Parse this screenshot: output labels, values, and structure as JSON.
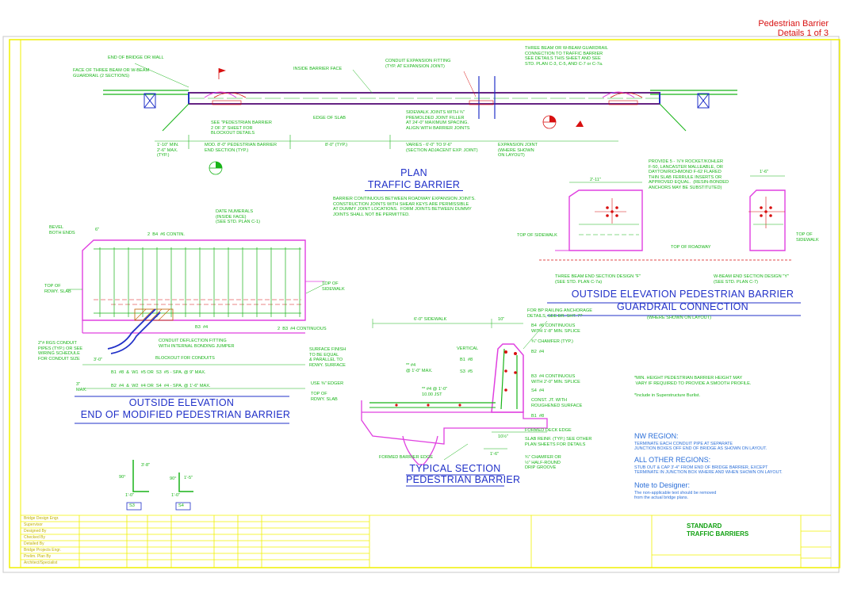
{
  "header": {
    "line1": "Pedestrian Barrier",
    "line2": "Details 1 of 3"
  },
  "plan": {
    "title": "PLAN",
    "subtitle": "TRAFFIC BARRIER",
    "labels": {
      "end_of_bridge": "END OF BRIDGE OR WALL",
      "face_three_beam": "FACE OF THREE BEAM OR W-BEAM\nGUARDRAIL (2 SECTIONS)",
      "inside_barrier_face": "INSIDE BARRIER FACE",
      "conduit_expansion": "CONDUIT EXPANSION FITTING\n(TYP. AT EXPANSION JOINT)",
      "guardrail_connection": "THREE BEAM OR W-BEAM GUARDRAIL\nCONNECTION TO TRAFFIC BARRIER\nSEE DETAILS THIS SHEET AND SEE\nSTD. PLAN C-3, C-5, AND C-7 or C-7a.",
      "see_sheet2": "SEE \"PEDESTRIAN BARRIER\n2 OF 3\" SHEET FOR\nBLOCKOUT DETAILS",
      "edge_of_slab": "EDGE OF SLAB",
      "sidewalk_joints": "SIDEWALK JOINTS WITH ¾\"\nPREMOLDED JOINT FILLER\nAT 24'-0\" MAXIMUM SPACING.\nALIGN WITH BARRIER JOINTS",
      "dim_min": "1'-10\" MIN.\n2'-6\" MAX.\n(TYP.)",
      "dim_mod": "MOD. 8'-0\" PEDESTRIAN BARRIER\nEND SECTION (TYP.)",
      "dim_typ": "8'-0\" (TYP.)",
      "dim_varies": "VARIES - 6'-0\" TO 9'-6\"\n(SECTION ADJACENT EXP. JOINT)",
      "expansion_joint": "EXPANSION JOINT\n(WHERE SHOWN\nON LAYOUT)"
    },
    "note": "BARRIER CONTINUOUS BETWEEN ROADWAY EXPANSION JOINTS.\nCONSTRUCTION JOINTS WITH SHEAR KEYS ARE PERMISSIBLE\nAT DUMMY JOINT LOCATIONS.  FORM JOINTS BETWEEN DUMMY\nJOINTS SHALL NOT BE PERMITTED."
  },
  "outside_elevation": {
    "title": "OUTSIDE ELEVATION",
    "subtitle": "END OF MODIFIED PEDESTRIAN BARRIER",
    "labels": {
      "bevel": "BEVEL\nBOTH ENDS",
      "b4": "2  B4  #6 CONTIN.",
      "date_numerals": "DATE NUMERALS\n(INSIDE FACE)\n(SEE STD. PLAN C-1)",
      "top_rdwy_slab": "TOP OF\nRDWY. SLAB",
      "top_sidewalk": "TOP OF\nSIDEWALK",
      "b3_4": "B3  #4",
      "b3_cont": "2  B3  #4 CONTINUOUS",
      "rgs_conduit": "2\"# RGS CONDUIT\nPIPES (TYP.) OR SEE\nWIRING SCHEDULE\nFOR CONDUIT SIZE",
      "conduit_deflection": "CONDUIT DEFLECTION FITTING\nWITH INTERNAL BONDING JUMPER",
      "blockout": "BLOCKOUT FOR CONDUITS",
      "bars_line1": "B1  #8  &  W1  #5 OR  S3  #5 - SPA. @ 9\" MAX.",
      "bars_line2": "B2  #4  &  W2  #4 OR  S4  #4 - SPA. @ 1'-6\" MAX.",
      "dim_3_0": "3'-0\"",
      "dim_6": "6\"",
      "dim_max": "3\"\nMAX."
    }
  },
  "guardrail": {
    "title": "OUTSIDE ELEVATION PEDESTRIAN BARRIER",
    "subtitle": "GUARDRAIL CONNECTION",
    "where_shown": "(WHERE SHOWN ON LAYOUT)",
    "provide": "PROVIDE 5 - ⅞\"# ROCKET/KOHLER\nF-50, LANCASTER MALLEABLE, OR\nDAYTON/RICHMOND F-62 FLARED\nTHIN SLAB FERRULE INSERTS OR\nAPPROVED EQUAL.  (RESIN-BONDED\nANCHORS MAY BE SUBSTITUTED)",
    "top_sidewalk_left": "TOP OF SIDEWALK",
    "top_roadway": "TOP OF ROADWAY",
    "top_sidewalk_right": "TOP OF\nSIDEWALK",
    "three_beam": "THREE BEAM END SECTION DESIGN \"F\"\n(SEE STD. PLAN C-7a)",
    "w_beam": "W-BEAM END SECTION DESIGN \"Y\"\n(SEE STD. PLAN C-7)",
    "dim_2_11": "2'-11\"",
    "dim_1_6": "1'-6\""
  },
  "typical_section": {
    "title": "TYPICAL SECTION",
    "subtitle": "PEDESTRIAN BARRIER",
    "labels": {
      "sidewalk_width": "6'-0\" SIDEWALK",
      "dim_10": "10\"",
      "bp_railing": "FOR BP RAILING ANCHORAGE\nDETAILS, SEE BR. SHT. 7?",
      "b4_cont": "B4  #6 CONTINUOUS\nWITH 1'-8\" MIN. SPLICE",
      "chamfer": "¾\" CHAMFER (TYP.)",
      "vertical": "VERTICAL",
      "b2": "B2  #4",
      "b1": "B1  #8",
      "s3": "S3  #5",
      "surface_finish": "SURFACE FINISH\nTO BE EQUAL\n& PARALLEL TO\nRDWY. SURFACE",
      "spacing1": "** #4\n@ 1'-0\" MAX.",
      "spacing2": "** #4 @ 1'-0\"\n10.00 JST",
      "b3_cont": "B3  #4 CONTINUOUS\nWITH 2'-0\" MIN. SPLICE",
      "s4": "S4  #4",
      "use_edger": "USE ⅜\" EDGER",
      "top_rdwy": "TOP OF\nRDWY. SLAB",
      "const_jt": "CONST. JT. WITH\nROUGHENED SURFACE",
      "b1_bottom": "B1  #8",
      "formed_deck": "FORMED DECK EDGE",
      "slab_reinf": "SLAB REINF. (TYP.) SEE OTHER\nPLAN SHEETS FOR DETAILS",
      "formed_barrier": "FORMED BARRIER EDGE",
      "half_round": "¾\" CHAMFER OR\n½\" HALF-ROUND\nDRIP GROOVE",
      "dim_1_6": "1'-6\"",
      "dim_10_half": "10½\""
    }
  },
  "min_height_note": "*MIN. HEIGHT PEDESTRIAN BARRIER HEIGHT MAY\n VARY IF REQUIRED TO PROVIDE A SMOOTH PROFILE.",
  "superstructure_note": "*Include in Superstructure Burlist.",
  "regions": {
    "nw_title": "NW REGION:",
    "nw_text": "TERMINATE EACH CONDUIT PIPE AT SEPARATE\nJUNCTION BOXES OFF END OF BRIDGE AS SHOWN ON LAYOUT.",
    "other_title": "ALL OTHER REGIONS:",
    "other_text": "STUB OUT & CAP 3'-4\" FROM END OF BRIDGE BARRIER, EXCEPT\nTERMINATE IN JUNCTION BOX WHERE AND WHEN SHOWN ON LAYOUT.",
    "designer_title": "Note to Designer:",
    "designer_text": "The non-applicable text should be removed\nfrom the actual bridge plans."
  },
  "bar_details": {
    "s3_label": "S3",
    "s4_label": "S4",
    "s3_dim": "1'-0\"",
    "s4_dim": "1'-0\"",
    "s3_angle": "90°",
    "s4_angle": "90°",
    "s3_height": "3'-8\"",
    "s4_height": "1'-5\""
  },
  "title_block": {
    "name_line1": "STANDARD",
    "name_line2": "TRAFFIC BARRIERS",
    "rows": [
      "Bridge Design Engr.",
      "Supervisor",
      "Designed By",
      "Checked By",
      "Detailed By",
      "Bridge Projects Engr.",
      "Prelim. Plan By",
      "Architect/Specialist"
    ]
  },
  "colors": {
    "border": "#f0f000",
    "red": "#d81010",
    "green": "#18b418",
    "magenta": "#e040e0",
    "blue": "#2030c8"
  }
}
